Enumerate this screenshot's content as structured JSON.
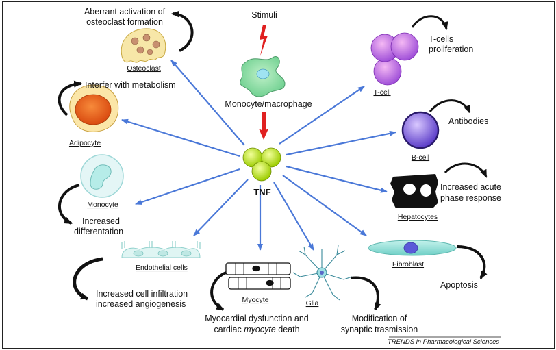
{
  "center": {
    "label": "TNF"
  },
  "stimuli": {
    "label": "Stimuli"
  },
  "macrophage": {
    "label": "Monocyte/macrophage"
  },
  "targets": {
    "osteoclast": {
      "cell": "Osteoclast",
      "effect": [
        "Aberrant activation of",
        "osteoclast formation"
      ]
    },
    "adipocyte": {
      "cell": "Adipocyte",
      "effect": [
        "Interfer with metabolism"
      ]
    },
    "monocyte": {
      "cell": "Monocyte",
      "effect": [
        "Increased",
        "differentation"
      ]
    },
    "endothelial": {
      "cell": "Endothelial cells",
      "effect": [
        "Increased cell infiltration",
        "increased angiogenesis"
      ]
    },
    "myocyte": {
      "cell": "Myocyte",
      "effect_line1": "Myocardial dysfunction and",
      "effect_line2_prefix": "cardiac ",
      "effect_line2_italic": "myocyte",
      "effect_line2_suffix": " death"
    },
    "glia": {
      "cell": "Glia",
      "effect": [
        "Modification of",
        "synaptic trasmission"
      ]
    },
    "fibroblast": {
      "cell": "Fibroblast",
      "effect": [
        "Apoptosis"
      ]
    },
    "hepatocytes": {
      "cell": "Hepatocytes",
      "effect": [
        "Increased acute",
        "phase response"
      ]
    },
    "bcell": {
      "cell": "B-cell",
      "effect": [
        "Antibodies"
      ]
    },
    "tcell": {
      "cell": "T-cell",
      "effect": [
        "T-cells",
        "proliferation"
      ]
    }
  },
  "source": "TRENDS in Pharmacological Sciences",
  "colors": {
    "arrow": "#4a78d8",
    "stimulus": "#e02020",
    "tnf": "#b6e000",
    "outline": "#222222"
  }
}
